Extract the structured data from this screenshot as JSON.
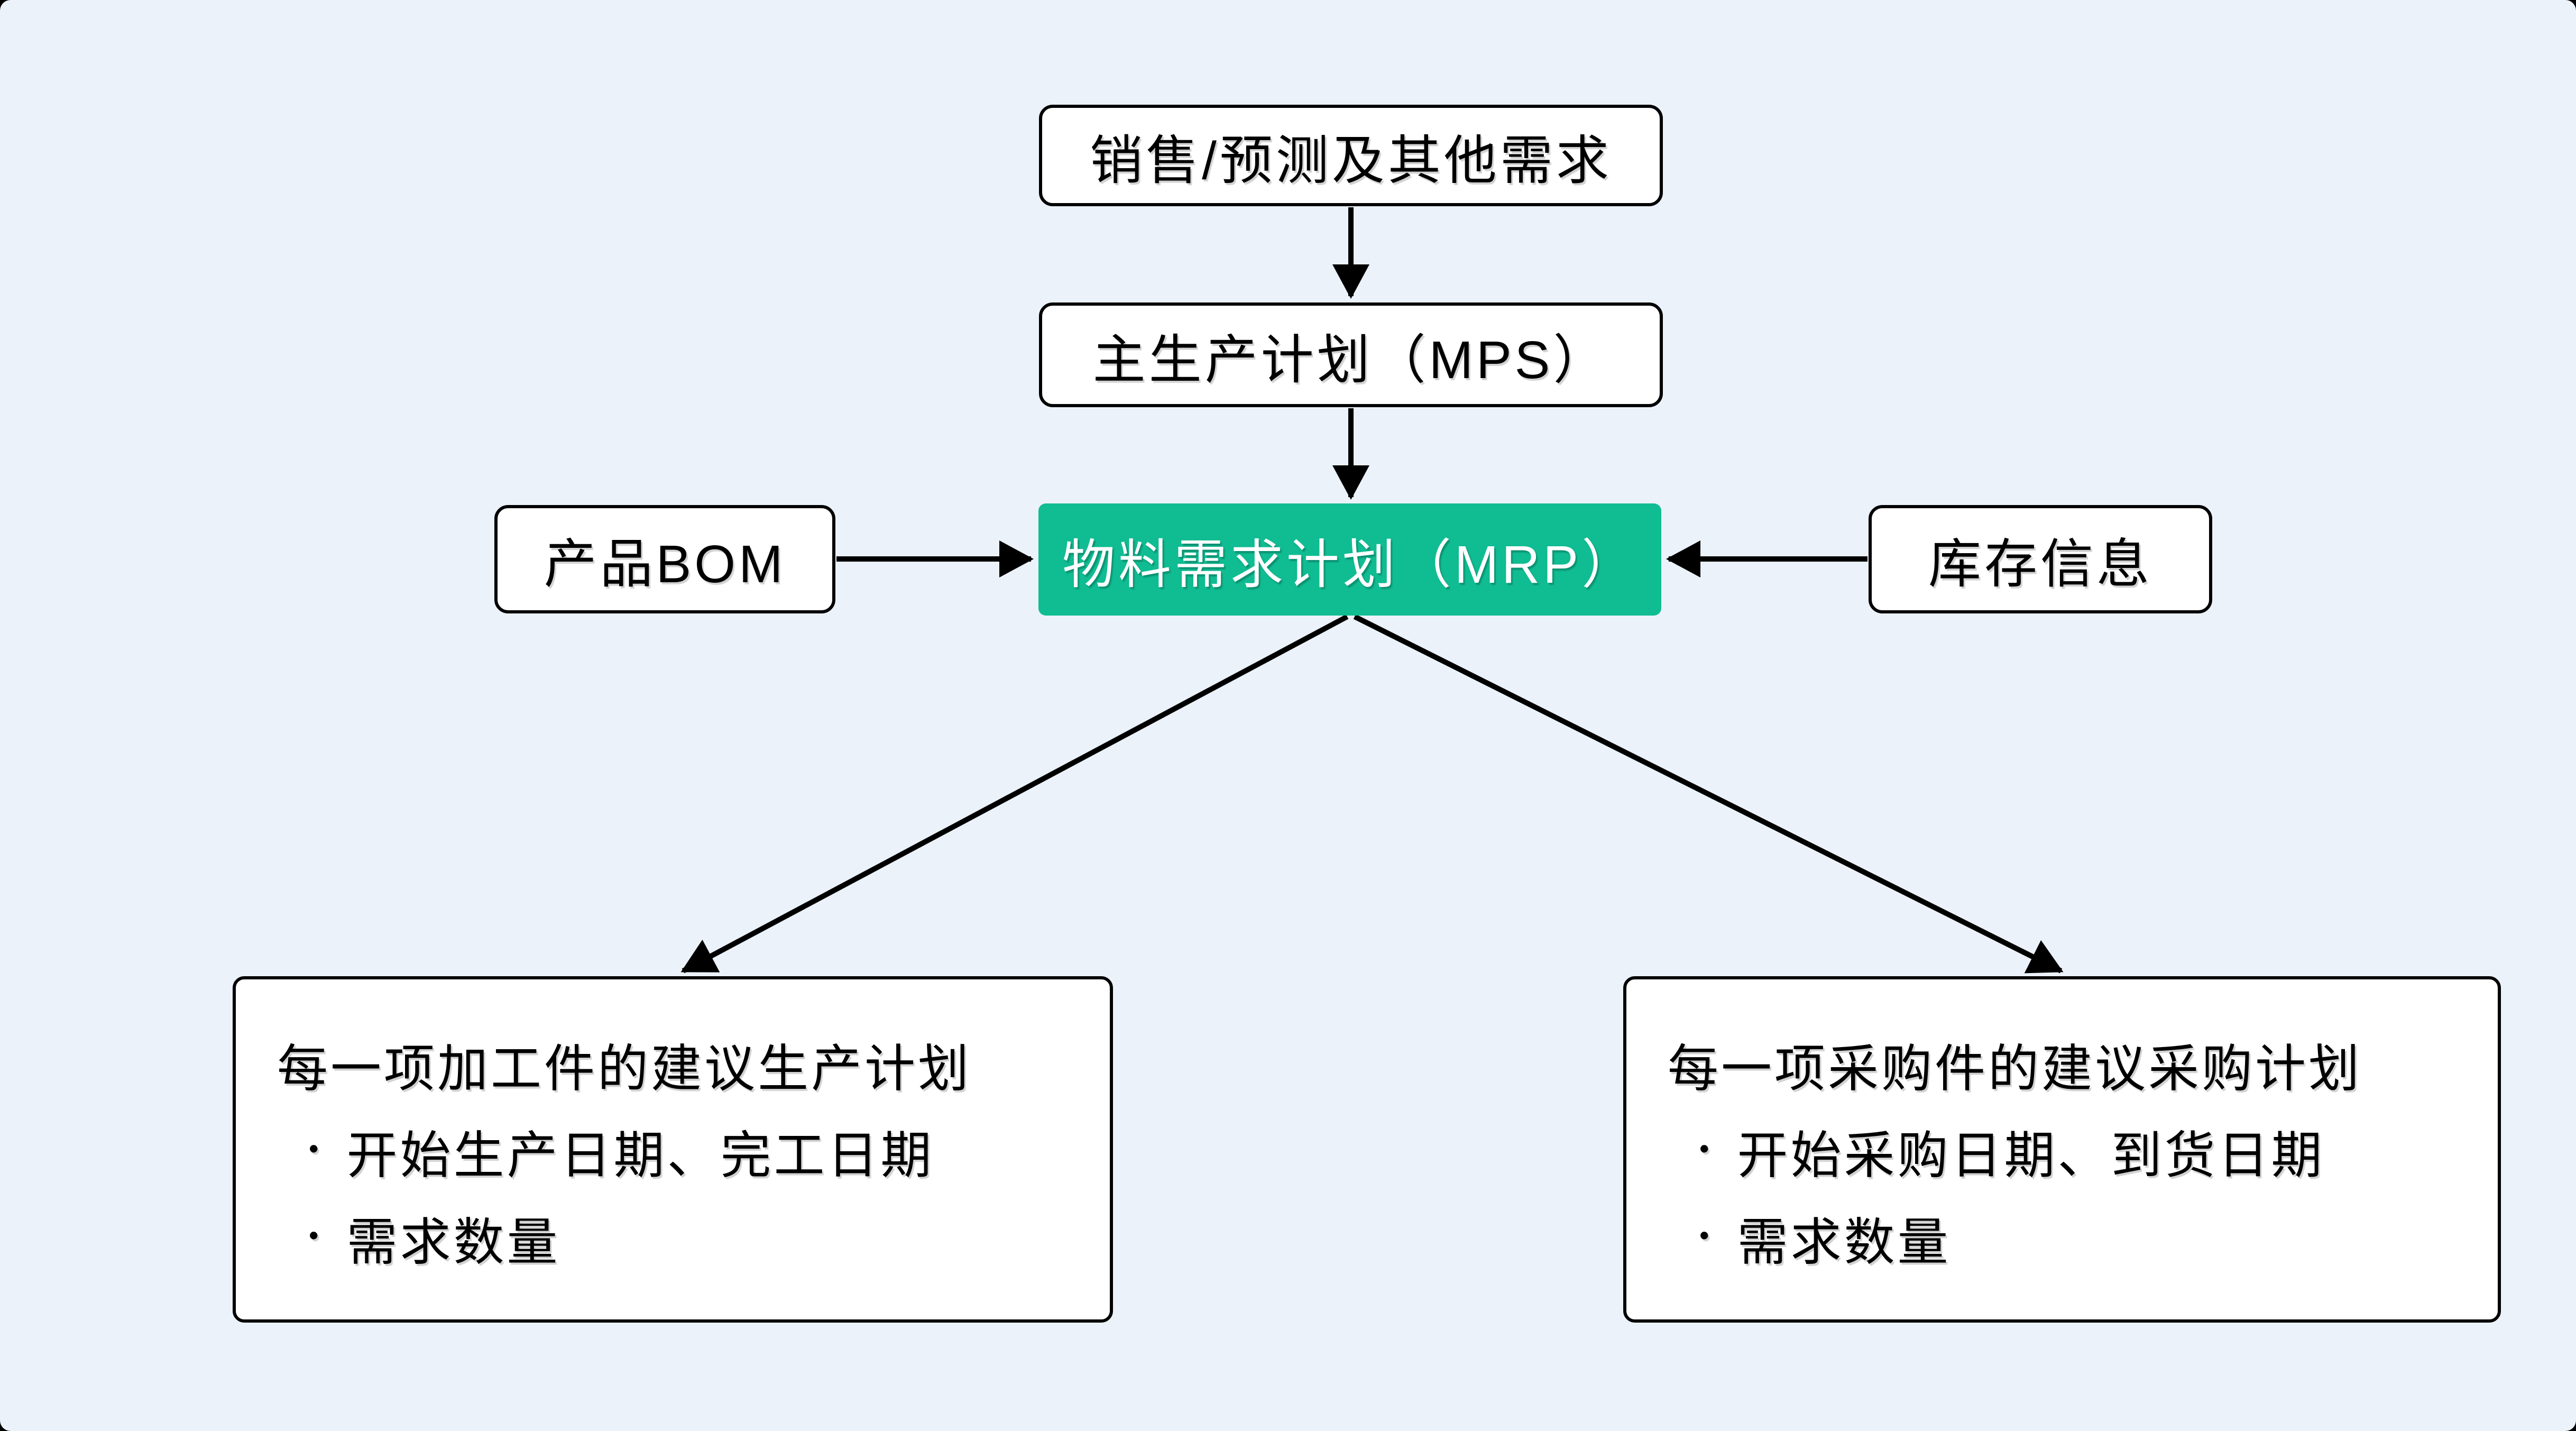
{
  "canvas": {
    "background_color": "#EBF2FA",
    "outer_background_color": "#000000"
  },
  "colors": {
    "node_fill": "#FFFFFF",
    "node_border": "#000000",
    "accent_fill": "#10BC92",
    "accent_text": "#FFFFFF",
    "arrow": "#000000",
    "text": "#000000"
  },
  "nodes": {
    "demand": {
      "label": "销售/预测及其他需求"
    },
    "mps": {
      "label": "主生产计划（MPS）"
    },
    "mrp": {
      "label": "物料需求计划（MRP）"
    },
    "bom": {
      "label": "产品BOM"
    },
    "inventory": {
      "label": "库存信息"
    }
  },
  "panels": {
    "production_plan": {
      "title": "每一项加工件的建议生产计划",
      "bullet_glyph": "•",
      "bullets": [
        "开始生产日期、完工日期",
        "需求数量"
      ]
    },
    "purchase_plan": {
      "title": "每一项采购件的建议采购计划",
      "bullet_glyph": "•",
      "bullets": [
        "开始采购日期、到货日期",
        "需求数量"
      ]
    }
  }
}
